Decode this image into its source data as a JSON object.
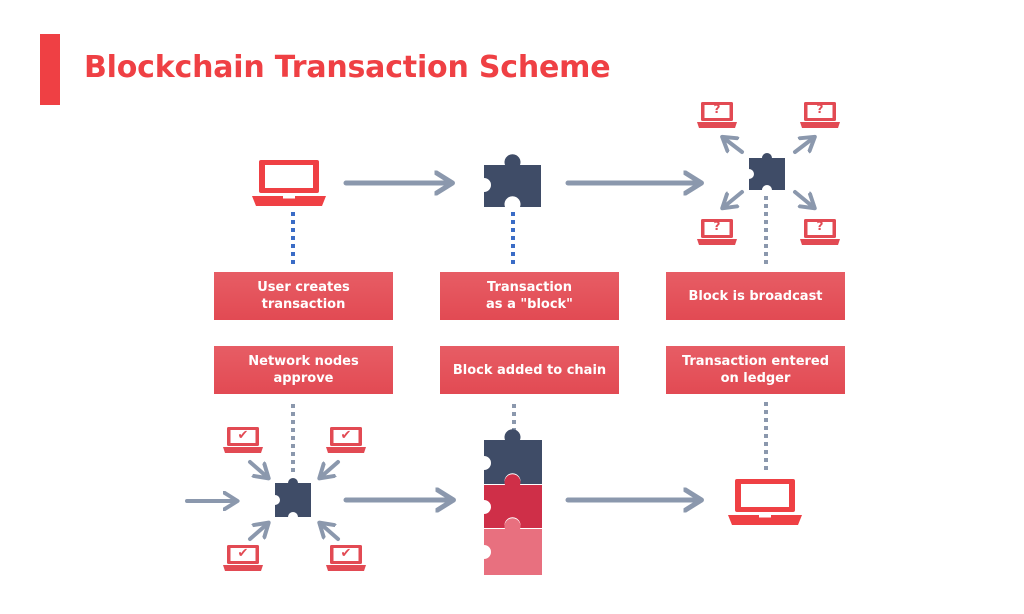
{
  "title": "Blockchain Transaction Scheme",
  "colors": {
    "accent_red": "#ef4044",
    "box_red": "#e34d56",
    "navy": "#3f4c67",
    "crimson": "#cf2f48",
    "pink": "#e8707f",
    "arrow_gray": "#8b98ad",
    "dot_blue": "#3a6cc6",
    "dot_gray": "#8b98ad"
  },
  "steps": [
    {
      "label": "User creates\ntransaction"
    },
    {
      "label": "Transaction\nas a \"block\""
    },
    {
      "label": "Block is broadcast"
    },
    {
      "label": "Network nodes\napprove"
    },
    {
      "label": "Block added to chain"
    },
    {
      "label": "Transaction entered\non ledger"
    }
  ],
  "icons": {
    "broadcast_node": "?",
    "approve_node": "✔"
  }
}
